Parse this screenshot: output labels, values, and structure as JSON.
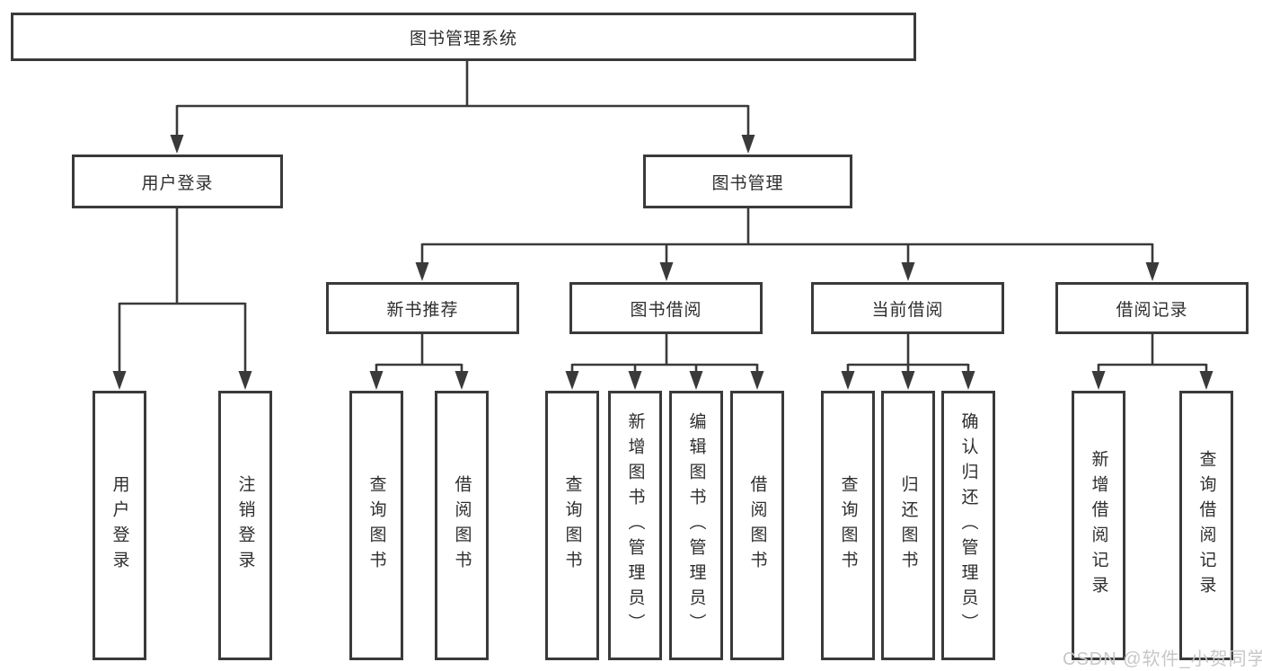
{
  "diagram": {
    "root": {
      "label": "图书管理系统"
    },
    "level2": [
      {
        "label": "用户登录",
        "children": [
          {
            "label": "用户登录"
          },
          {
            "label": "注销登录"
          }
        ]
      },
      {
        "label": "图书管理",
        "children": [
          {
            "label": "新书推荐",
            "children": [
              {
                "label": "查询图书"
              },
              {
                "label": "借阅图书"
              }
            ]
          },
          {
            "label": "图书借阅",
            "children": [
              {
                "label": "查询图书"
              },
              {
                "label": "新增图书（管理员）"
              },
              {
                "label": "编辑图书（管理员）"
              },
              {
                "label": "借阅图书"
              }
            ]
          },
          {
            "label": "当前借阅",
            "children": [
              {
                "label": "查询图书"
              },
              {
                "label": "归还图书"
              },
              {
                "label": "确认归还（管理员）"
              }
            ]
          },
          {
            "label": "借阅记录",
            "children": [
              {
                "label": "新增借阅记录"
              },
              {
                "label": "查询借阅记录"
              }
            ]
          }
        ]
      }
    ]
  },
  "watermark": {
    "text": "CSDN @软件_小贺同学"
  },
  "colors": {
    "line": "#3a3a3a",
    "box_border": "#3a3a3a",
    "text": "#2e2e2e",
    "watermark": "#c7c7c7",
    "background": "#ffffff"
  }
}
